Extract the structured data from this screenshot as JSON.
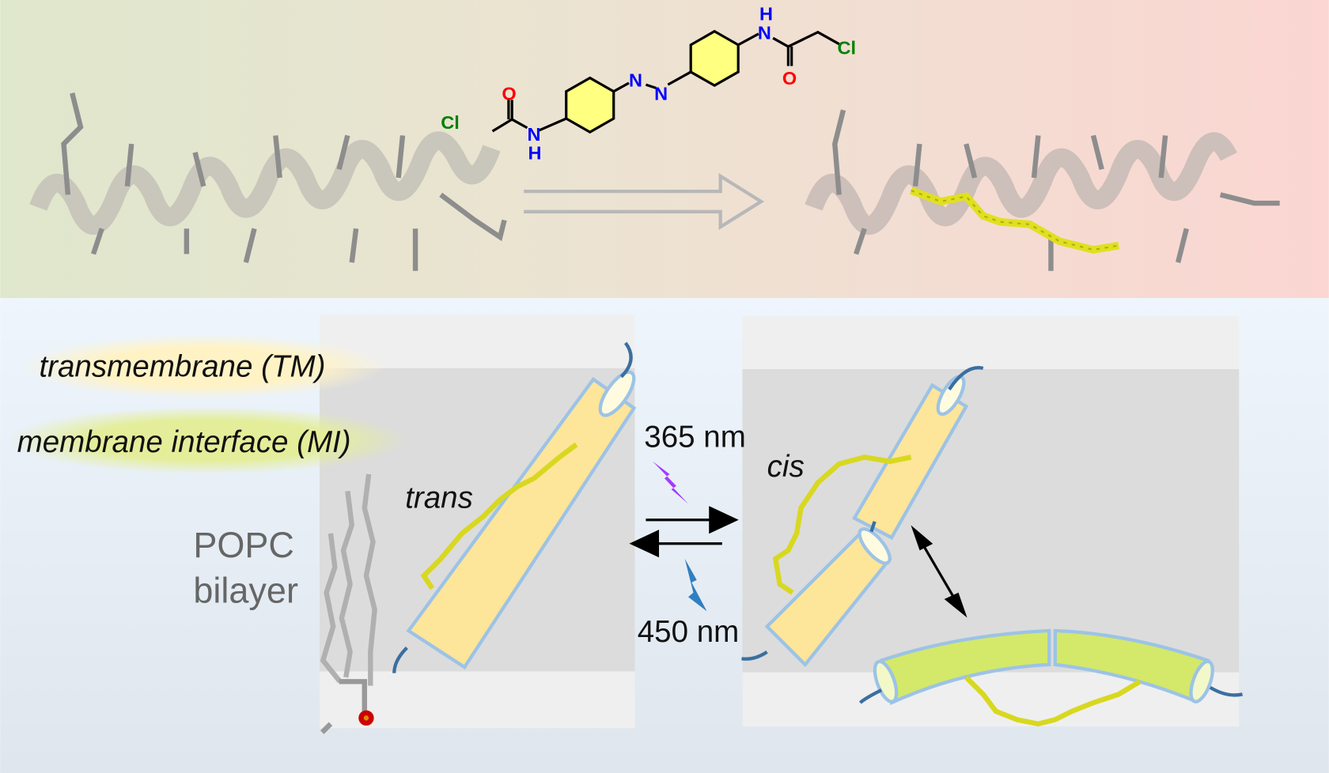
{
  "molecule": {
    "atoms": {
      "cl_left": "Cl",
      "o_left": "O",
      "n_left": "N",
      "h_left": "H",
      "n_azo1": "N",
      "n_azo2": "N",
      "h_right": "H",
      "n_right": "N",
      "o_right": "O",
      "cl_right": "Cl"
    }
  },
  "labels": {
    "tm": "transmembrane (TM)",
    "mi": "membrane interface (MI)",
    "popc": "POPC",
    "bilayer": "bilayer",
    "trans": "trans",
    "cis": "cis",
    "uv": "365 nm",
    "blue": "450 nm"
  },
  "colors": {
    "helix_yellow": "#fde59a",
    "helix_green": "#d4e86a",
    "outline": "#9cc3e6",
    "uv": "#a33bff",
    "blue": "#2f7fc1"
  }
}
